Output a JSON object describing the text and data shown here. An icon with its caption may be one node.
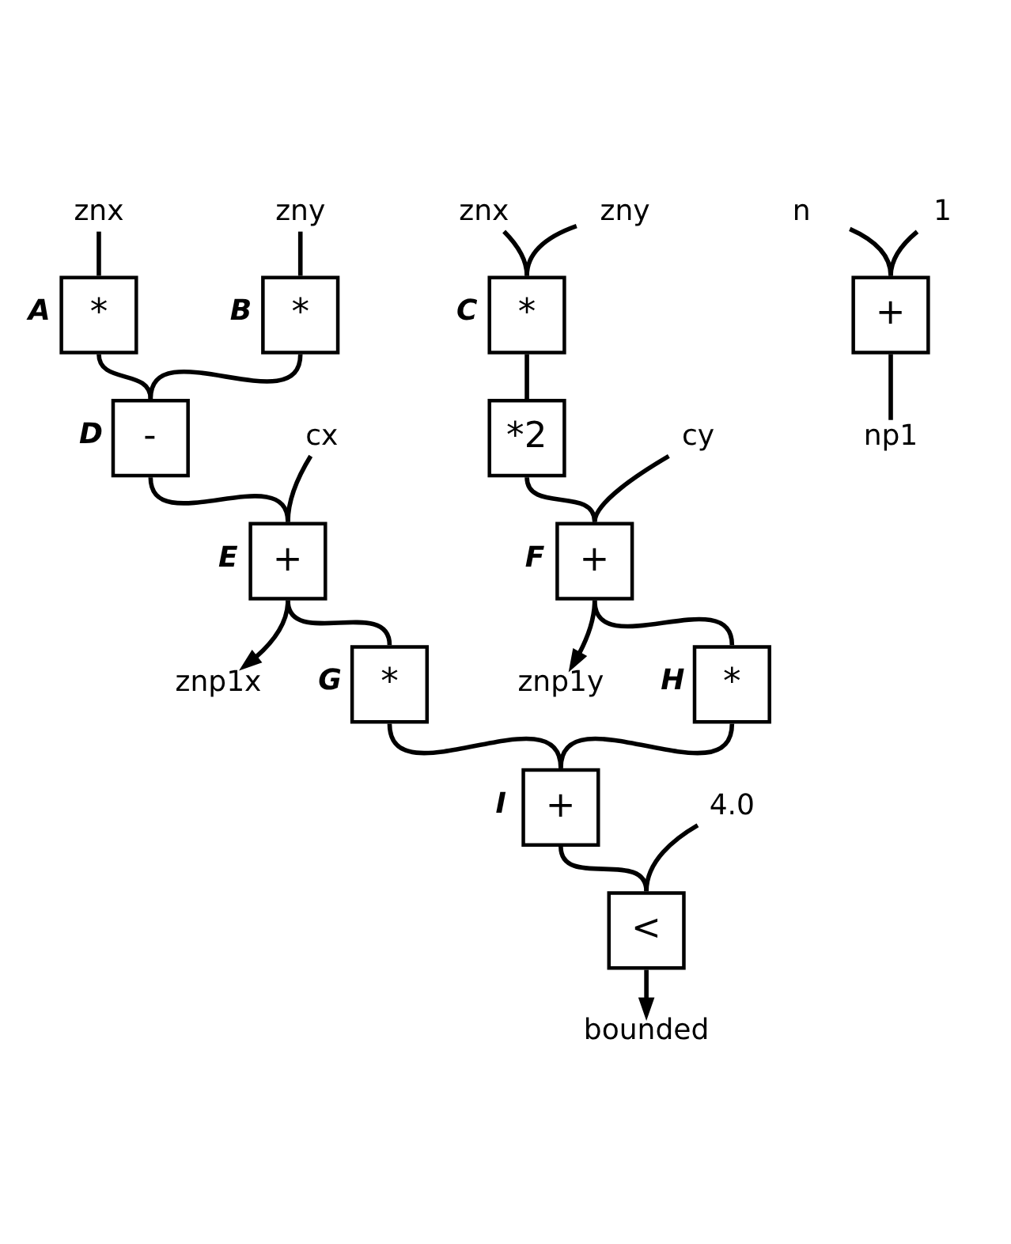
{
  "diagram": {
    "nodes": [
      {
        "text": [
          "znx"
        ]
      },
      {
        "text": [
          "zny"
        ]
      },
      {
        "text": [
          "znx"
        ]
      },
      {
        "text": [
          "zny"
        ]
      },
      {
        "text": [
          "*"
        ],
        "beside": [
          "A"
        ]
      },
      {
        "text": [
          "*"
        ],
        "beside": [
          "B"
        ]
      },
      {
        "text": [
          "*"
        ],
        "beside": [
          "C"
        ]
      },
      {
        "text": [
          "n"
        ]
      },
      {
        "text": [
          "1"
        ]
      },
      {
        "text": [
          "+"
        ]
      },
      {
        "text": [
          "np1"
        ]
      },
      {
        "text": [
          "-"
        ],
        "beside": [
          "D"
        ]
      },
      {
        "text": [
          "*2"
        ]
      },
      {
        "text": [
          "cx"
        ]
      },
      {
        "text": [
          "cy"
        ]
      },
      {
        "text": [
          "+"
        ],
        "beside": [
          "E"
        ]
      },
      {
        "text": [
          "+"
        ],
        "beside": [
          "F"
        ]
      },
      {
        "text": [
          "znp1x"
        ]
      },
      {
        "text": [
          "znp1y"
        ]
      },
      {
        "text": [
          "*"
        ],
        "beside": [
          "G"
        ]
      },
      {
        "text": [
          "*"
        ],
        "beside": [
          "H"
        ]
      },
      {
        "text": [
          "+"
        ],
        "beside": [
          "I"
        ]
      },
      {
        "text": [
          "4.0"
        ]
      },
      {
        "text": [
          "<"
        ]
      },
      {
        "text": [
          "bounded"
        ]
      }
    ],
    "edges": [
      {
        "from": 0,
        "to": 4,
        "arrow": "none"
      },
      {
        "from": 1,
        "to": 5,
        "arrow": "none"
      },
      {
        "from": 2,
        "to": 6,
        "arrow": "none"
      },
      {
        "from": 3,
        "to": 6,
        "arrow": "none"
      },
      {
        "from": 7,
        "to": 9,
        "arrow": "none"
      },
      {
        "from": 8,
        "to": 9,
        "arrow": "none"
      },
      {
        "from": 9,
        "to": 10,
        "arrow": "none"
      },
      {
        "from": 4,
        "to": 11,
        "arrow": "none"
      },
      {
        "from": 5,
        "to": 11,
        "arrow": "none"
      },
      {
        "from": 6,
        "to": 12,
        "arrow": "none"
      },
      {
        "from": 11,
        "to": 15,
        "arrow": "none"
      },
      {
        "from": 13,
        "to": 15,
        "arrow": "none"
      },
      {
        "from": 12,
        "to": 16,
        "arrow": "none"
      },
      {
        "from": 14,
        "to": 16,
        "arrow": "none"
      },
      {
        "from": 15,
        "to": 19,
        "arrow": "none"
      },
      {
        "from": 15,
        "to": 17,
        "arrow": "to"
      },
      {
        "from": 16,
        "to": 20,
        "arrow": "none"
      },
      {
        "from": 16,
        "to": 18,
        "arrow": "to"
      },
      {
        "from": 19,
        "to": 21,
        "arrow": "none"
      },
      {
        "from": 20,
        "to": 21,
        "arrow": "none"
      },
      {
        "from": 21,
        "to": 23,
        "arrow": "none"
      },
      {
        "from": 22,
        "to": 23,
        "arrow": "none"
      },
      {
        "from": 23,
        "to": 24,
        "arrow": "to"
      }
    ]
  }
}
